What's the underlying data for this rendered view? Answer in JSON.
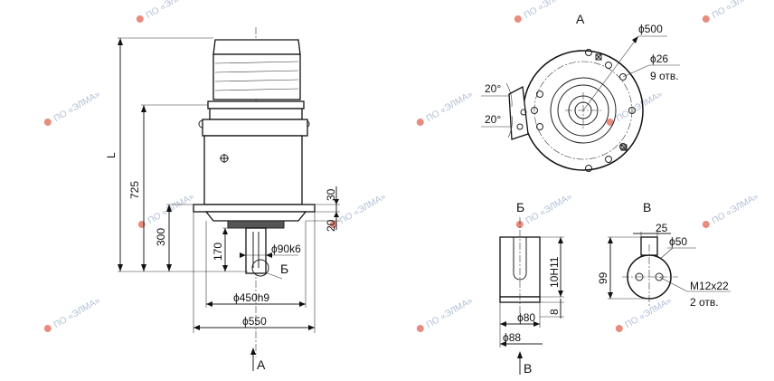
{
  "watermark": "ПО «ЭЛМА»",
  "main_view": {
    "dim_L": "L",
    "dim_725": "725",
    "dim_300": "300",
    "dim_170": "170",
    "dim_30": "30",
    "dim_20": "20",
    "dim_shaft": "ϕ90k6",
    "dim_flange": "ϕ450h9",
    "dim_base": "ϕ550",
    "callout_B": "Б",
    "view_arrow": "A"
  },
  "view_A": {
    "title": "A",
    "dim_d500": "ϕ500",
    "dim_d26": "ϕ26",
    "holes_text": "9 отв.",
    "angle_top": "20°",
    "angle_bottom": "20°"
  },
  "view_B": {
    "title": "Б",
    "dim_10h11": "10H11",
    "dim_8": "8",
    "dim_d80": "ϕ80",
    "dim_d88": "ϕ88",
    "view_arrow": "B"
  },
  "view_V": {
    "title": "В",
    "dim_25": "25",
    "dim_d50": "ϕ50",
    "dim_99": "99",
    "thread": "M12x22",
    "thread_holes": "2 отв."
  },
  "colors": {
    "watermark": "#b0bfd6",
    "ink": "#111111",
    "icon_red": "#d8402a",
    "icon_blue": "#4a6ab0"
  }
}
